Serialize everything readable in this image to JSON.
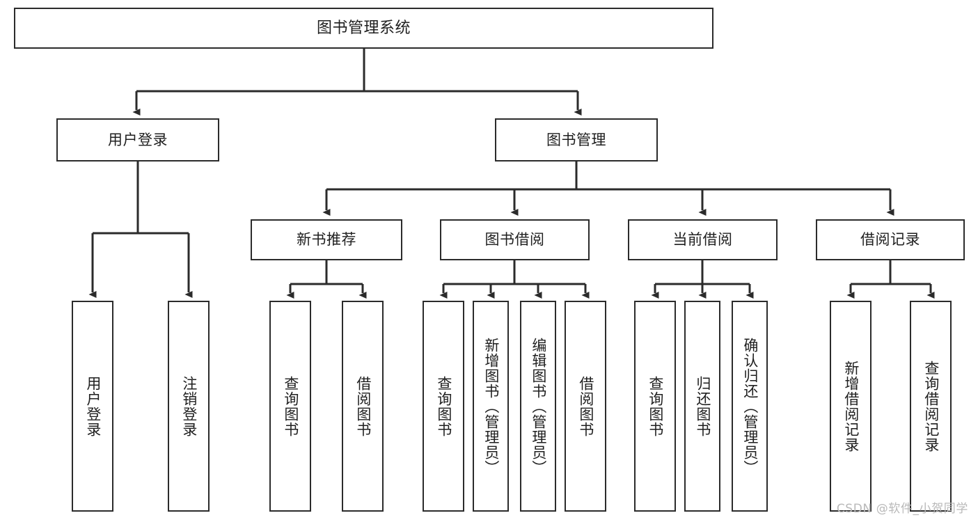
{
  "diagram": {
    "title": "图书管理系统",
    "watermark": "CSDN @软件_小贺同学",
    "root": {
      "label": "图书管理系统"
    },
    "level2": [
      {
        "label": "用户登录"
      },
      {
        "label": "图书管理"
      }
    ],
    "level3": [
      {
        "label": "新书推荐"
      },
      {
        "label": "图书借阅"
      },
      {
        "label": "当前借阅"
      },
      {
        "label": "借阅记录"
      }
    ],
    "leaves": [
      {
        "label": "用户登录"
      },
      {
        "label": "注销登录"
      },
      {
        "label": "查询图书"
      },
      {
        "label": "借阅图书"
      },
      {
        "label": "查询图书"
      },
      {
        "label": "新增图书（管理员）"
      },
      {
        "label": "编辑图书（管理员）"
      },
      {
        "label": "借阅图书"
      },
      {
        "label": "查询图书"
      },
      {
        "label": "归还图书"
      },
      {
        "label": "确认归还（管理员）"
      },
      {
        "label": "新增借阅记录"
      },
      {
        "label": "查询借阅记录"
      }
    ]
  }
}
